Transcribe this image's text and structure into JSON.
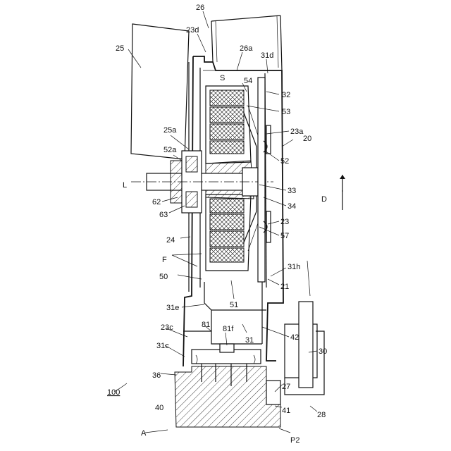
{
  "labels": {
    "l26": "26",
    "l23d": "23d",
    "l25": "25",
    "l26a": "26a",
    "l31d": "31d",
    "lS": "S",
    "l54": "54",
    "l32": "32",
    "l53": "53",
    "l25a": "25a",
    "l23a": "23a",
    "l20": "20",
    "l52a": "52a",
    "l52": "52",
    "lL": "L",
    "l33": "33",
    "lD": "D",
    "l62": "62",
    "l34": "34",
    "l63": "63",
    "l23": "23",
    "l57": "57",
    "l24": "24",
    "lF": "F",
    "l31h": "31h",
    "l50": "50",
    "l21": "21",
    "l31e": "31e",
    "l51": "51",
    "l81": "81",
    "l23c": "23c",
    "l81f": "81f",
    "l31": "31",
    "l42": "42",
    "l31c": "31c",
    "l30": "30",
    "l36": "36",
    "l100": "100",
    "l27": "27",
    "l40": "40",
    "l41": "41",
    "l28": "28",
    "lA": "A",
    "lP2": "P2"
  }
}
